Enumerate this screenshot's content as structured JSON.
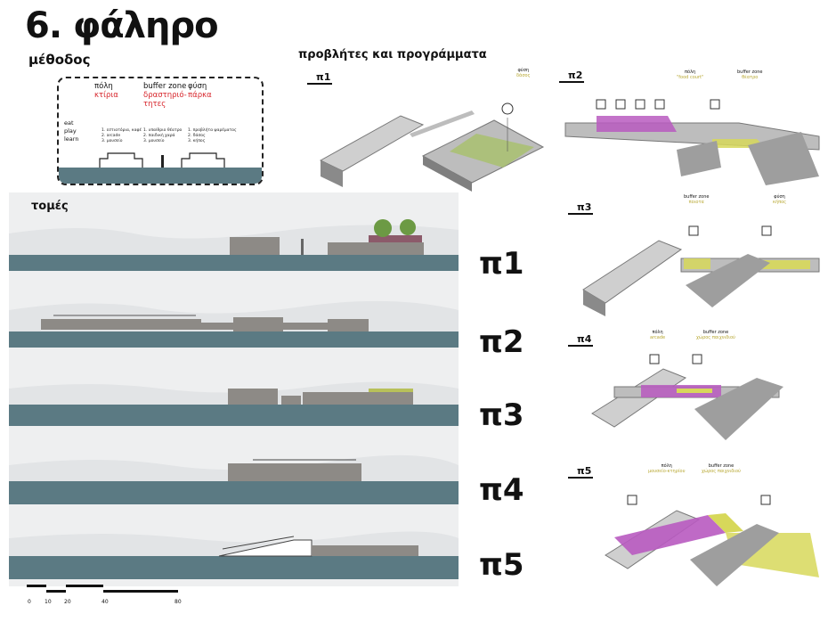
{
  "title": "6. φάληρο",
  "method": {
    "heading": "μέθοδος",
    "columns": [
      {
        "title": "πόλη",
        "subtitle": "κτίρια",
        "items": [
          "1. εστιατόρια, καφέ",
          "2. arcade",
          "3. μουσείο"
        ]
      },
      {
        "title": "buffer zone",
        "subtitle": "δραστηριό-τητες",
        "items": [
          "1. υπαίθριο θέατρο",
          "2. παιδική χαρά",
          "3. μουσείο"
        ]
      },
      {
        "title": "φύση",
        "subtitle": "πάρκα",
        "items": [
          "1. προβλήτα ψαρέματος",
          "2. δάσος",
          "3. κήπος"
        ]
      }
    ],
    "verbs": [
      "eat",
      "play",
      "learn"
    ]
  },
  "sections": {
    "heading": "τομές",
    "labels": [
      "π1",
      "π2",
      "π3",
      "π4",
      "π5"
    ]
  },
  "piers": {
    "heading": "προβλήτες και προγράμματα",
    "items": [
      {
        "label": "π1",
        "annotations": [
          {
            "title": "φύση",
            "sub": "δάσος"
          }
        ]
      },
      {
        "label": "π2",
        "annotations": [
          {
            "title": "πόλη",
            "sub": "\"food court\""
          },
          {
            "title": "buffer zone",
            "sub": "θέατρο"
          }
        ]
      },
      {
        "label": "π3",
        "annotations": [
          {
            "title": "buffer zone",
            "sub": "ποιοτα"
          },
          {
            "title": "φύση",
            "sub": "κήπος"
          }
        ]
      },
      {
        "label": "π4",
        "annotations": [
          {
            "title": "πόλη",
            "sub": "arcade"
          },
          {
            "title": "buffer zone",
            "sub": "χώρος παιχνιδιού"
          }
        ]
      },
      {
        "label": "π5",
        "annotations": [
          {
            "title": "πόλη",
            "sub": "μουσείο-κτηρίου"
          },
          {
            "title": "buffer zone",
            "sub": "χώρος παιχνιδιού"
          }
        ]
      }
    ]
  },
  "scale": {
    "labels": [
      "0",
      "10",
      "20",
      "40",
      "80"
    ]
  },
  "colors": {
    "water": "#5b7a83",
    "building": "#9a9a9a",
    "city": "#b85ac0",
    "buffer": "#d7d85a",
    "red": "#d7262c"
  }
}
